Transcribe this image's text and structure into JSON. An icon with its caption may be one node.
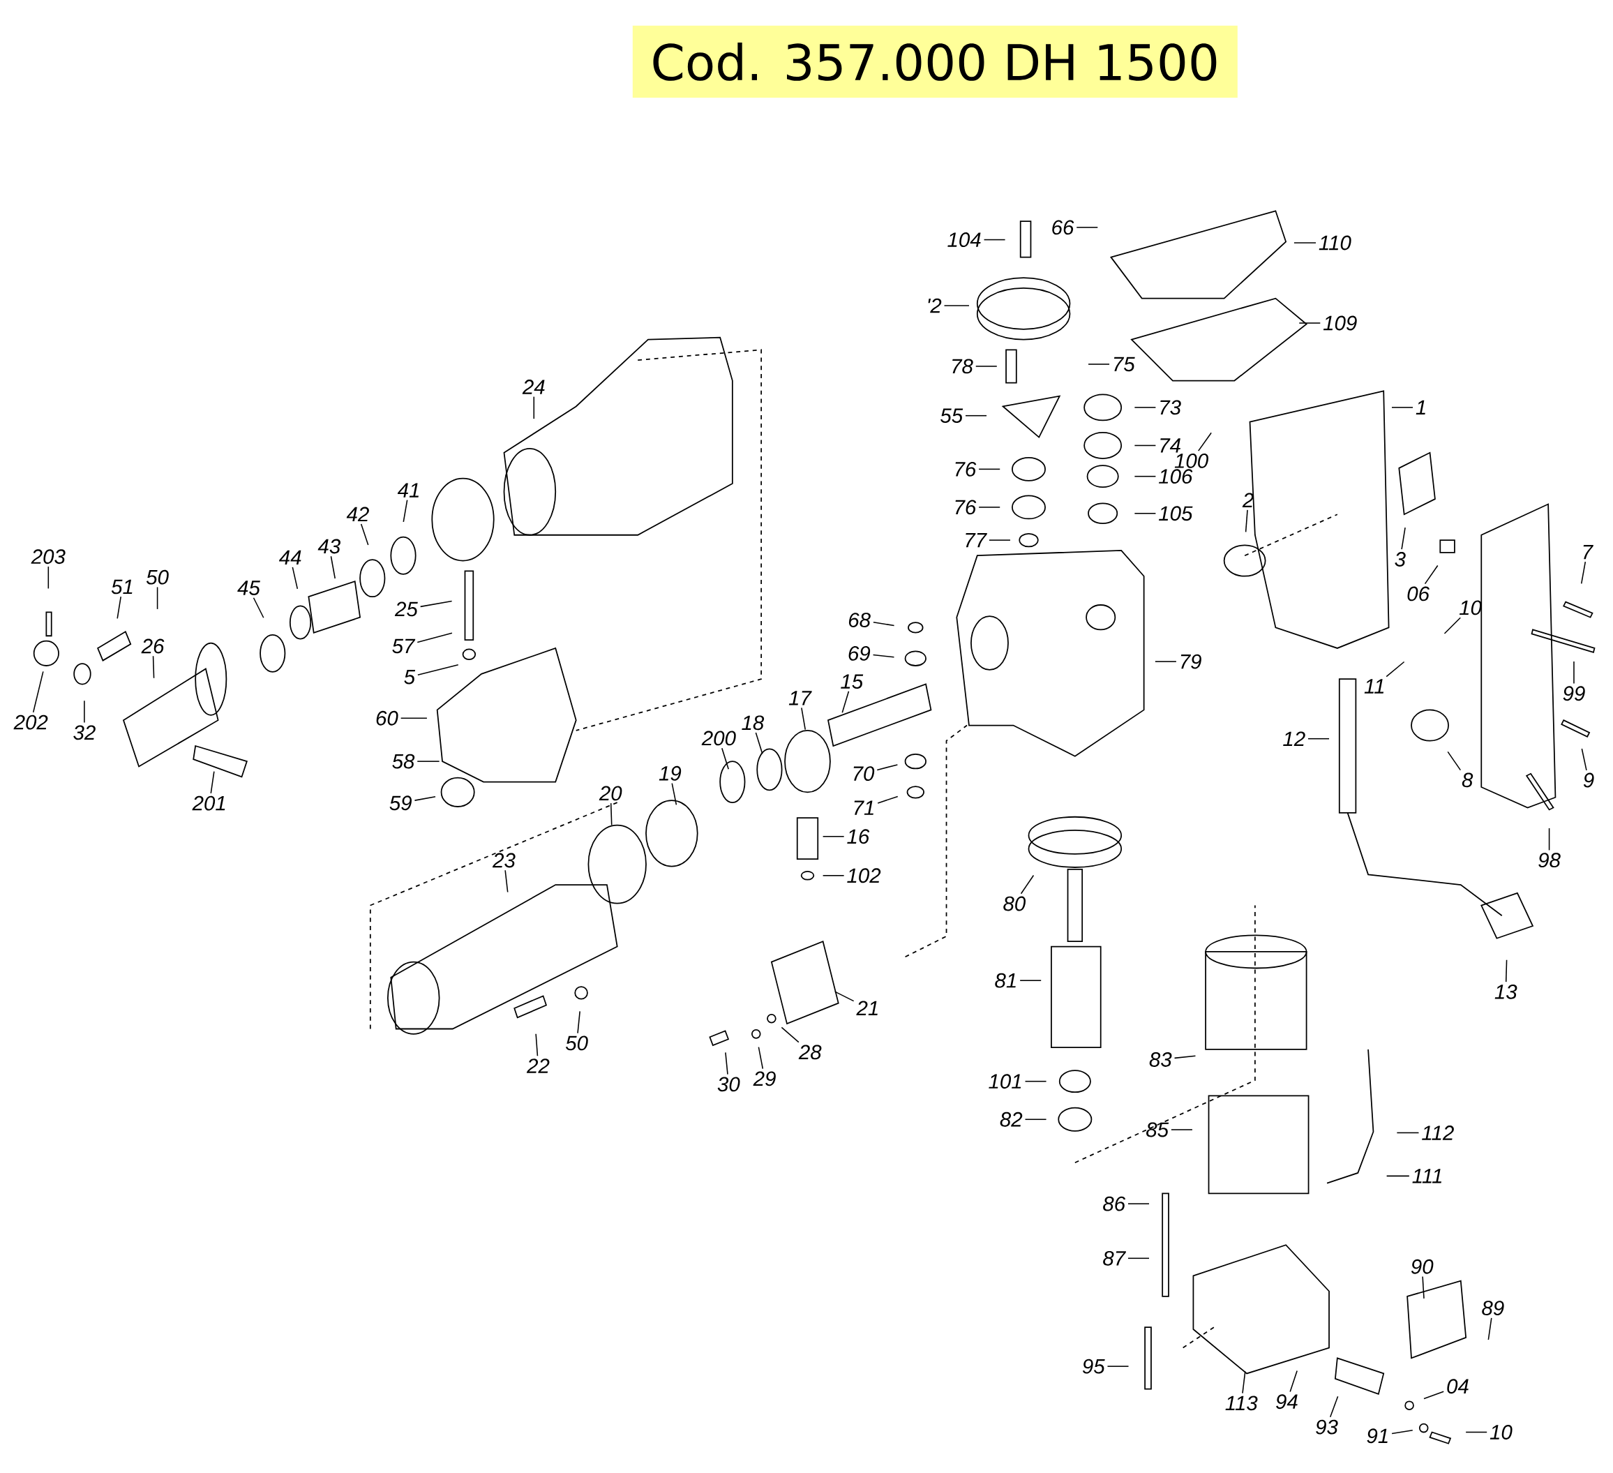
{
  "diagram": {
    "title": "Cod. 357.000 DH 1500",
    "nodes": [
      {
        "text": [
          "104"
        ]
      },
      {
        "text": [
          "66"
        ]
      },
      {
        "text": [
          "110"
        ]
      },
      {
        "text": [
          "'2"
        ]
      },
      {
        "text": [
          "109"
        ]
      },
      {
        "text": [
          "78"
        ]
      },
      {
        "text": [
          "75"
        ]
      },
      {
        "text": [
          "73"
        ]
      },
      {
        "text": [
          "55"
        ]
      },
      {
        "text": [
          "74"
        ]
      },
      {
        "text": [
          "100"
        ]
      },
      {
        "text": [
          "1"
        ]
      },
      {
        "text": [
          "76"
        ]
      },
      {
        "text": [
          "106"
        ]
      },
      {
        "text": [
          "76"
        ]
      },
      {
        "text": [
          "105"
        ]
      },
      {
        "text": [
          "77"
        ]
      },
      {
        "text": [
          "2"
        ]
      },
      {
        "text": [
          "3"
        ]
      },
      {
        "text": [
          "06"
        ]
      },
      {
        "text": [
          "7"
        ]
      },
      {
        "text": [
          "203"
        ]
      },
      {
        "text": [
          "51"
        ]
      },
      {
        "text": [
          "50"
        ]
      },
      {
        "text": [
          "41"
        ]
      },
      {
        "text": [
          "42"
        ]
      },
      {
        "text": [
          "43"
        ]
      },
      {
        "text": [
          "44"
        ]
      },
      {
        "text": [
          "45"
        ]
      },
      {
        "text": [
          "24"
        ]
      },
      {
        "text": [
          "25"
        ]
      },
      {
        "text": [
          "57"
        ]
      },
      {
        "text": [
          "5"
        ]
      },
      {
        "text": [
          "26"
        ]
      },
      {
        "text": [
          "202"
        ]
      },
      {
        "text": [
          "32"
        ]
      },
      {
        "text": [
          "60"
        ]
      },
      {
        "text": [
          "68"
        ]
      },
      {
        "text": [
          "69"
        ]
      },
      {
        "text": [
          "79"
        ]
      },
      {
        "text": [
          "10"
        ]
      },
      {
        "text": [
          "11"
        ]
      },
      {
        "text": [
          "99"
        ]
      },
      {
        "text": [
          "17"
        ]
      },
      {
        "text": [
          "15"
        ]
      },
      {
        "text": [
          "18"
        ]
      },
      {
        "text": [
          "200"
        ]
      },
      {
        "text": [
          "58"
        ]
      },
      {
        "text": [
          "59"
        ]
      },
      {
        "text": [
          "201"
        ]
      },
      {
        "text": [
          "12"
        ]
      },
      {
        "text": [
          "70"
        ]
      },
      {
        "text": [
          "71"
        ]
      },
      {
        "text": [
          "8"
        ]
      },
      {
        "text": [
          "9"
        ]
      },
      {
        "text": [
          "98"
        ]
      },
      {
        "text": [
          "20"
        ]
      },
      {
        "text": [
          "19"
        ]
      },
      {
        "text": [
          "16"
        ]
      },
      {
        "text": [
          "102"
        ]
      },
      {
        "text": [
          "23"
        ]
      },
      {
        "text": [
          "80"
        ]
      },
      {
        "text": [
          "13"
        ]
      },
      {
        "text": [
          "81"
        ]
      },
      {
        "text": [
          "21"
        ]
      },
      {
        "text": [
          "50"
        ]
      },
      {
        "text": [
          "28"
        ]
      },
      {
        "text": [
          "22"
        ]
      },
      {
        "text": [
          "29"
        ]
      },
      {
        "text": [
          "30"
        ]
      },
      {
        "text": [
          "83"
        ]
      },
      {
        "text": [
          "101"
        ]
      },
      {
        "text": [
          "82"
        ]
      },
      {
        "text": [
          "85"
        ]
      },
      {
        "text": [
          "112"
        ]
      },
      {
        "text": [
          "111"
        ]
      },
      {
        "text": [
          "86"
        ]
      },
      {
        "text": [
          "87"
        ]
      },
      {
        "text": [
          "90"
        ]
      },
      {
        "text": [
          "89"
        ]
      },
      {
        "text": [
          "95"
        ]
      },
      {
        "text": [
          "04"
        ]
      },
      {
        "text": [
          "113"
        ]
      },
      {
        "text": [
          "94"
        ]
      },
      {
        "text": [
          "93"
        ]
      },
      {
        "text": [
          "91"
        ]
      },
      {
        "text": [
          "10"
        ]
      }
    ],
    "edges": [
      {
        "from": 0,
        "to": null,
        "arrow": "none"
      },
      {
        "from": 1,
        "to": null,
        "arrow": "none"
      },
      {
        "from": 2,
        "to": null,
        "arrow": "none"
      },
      {
        "from": 3,
        "to": null,
        "arrow": "none"
      },
      {
        "from": 4,
        "to": null,
        "arrow": "none"
      },
      {
        "from": 5,
        "to": null,
        "arrow": "none"
      },
      {
        "from": 6,
        "to": null,
        "arrow": "none"
      },
      {
        "from": 7,
        "to": null,
        "arrow": "none"
      },
      {
        "from": 8,
        "to": null,
        "arrow": "none"
      },
      {
        "from": 9,
        "to": null,
        "arrow": "none"
      },
      {
        "from": 10,
        "to": null,
        "arrow": "none"
      },
      {
        "from": 11,
        "to": null,
        "arrow": "none"
      },
      {
        "from": 12,
        "to": null,
        "arrow": "none"
      },
      {
        "from": 13,
        "to": null,
        "arrow": "none"
      },
      {
        "from": 14,
        "to": null,
        "arrow": "none"
      },
      {
        "from": 15,
        "to": null,
        "arrow": "none"
      },
      {
        "from": 16,
        "to": null,
        "arrow": "none"
      },
      {
        "from": 17,
        "to": null,
        "arrow": "none"
      },
      {
        "from": 18,
        "to": null,
        "arrow": "none"
      },
      {
        "from": 19,
        "to": null,
        "arrow": "none"
      },
      {
        "from": 20,
        "to": null,
        "arrow": "none"
      },
      {
        "from": 21,
        "to": null,
        "arrow": "none"
      },
      {
        "from": 22,
        "to": null,
        "arrow": "none"
      },
      {
        "from": 23,
        "to": null,
        "arrow": "none"
      },
      {
        "from": 24,
        "to": null,
        "arrow": "none"
      },
      {
        "from": 25,
        "to": null,
        "arrow": "none"
      },
      {
        "from": 26,
        "to": null,
        "arrow": "none"
      },
      {
        "from": 27,
        "to": null,
        "arrow": "none"
      },
      {
        "from": 28,
        "to": null,
        "arrow": "none"
      },
      {
        "from": 29,
        "to": null,
        "arrow": "none"
      },
      {
        "from": 30,
        "to": null,
        "arrow": "none"
      },
      {
        "from": 31,
        "to": null,
        "arrow": "none"
      },
      {
        "from": 32,
        "to": null,
        "arrow": "none"
      },
      {
        "from": 33,
        "to": null,
        "arrow": "none"
      },
      {
        "from": 34,
        "to": null,
        "arrow": "none"
      },
      {
        "from": 35,
        "to": null,
        "arrow": "none"
      },
      {
        "from": 36,
        "to": null,
        "arrow": "none"
      },
      {
        "from": 37,
        "to": null,
        "arrow": "none"
      },
      {
        "from": 38,
        "to": null,
        "arrow": "none"
      },
      {
        "from": 39,
        "to": null,
        "arrow": "none"
      },
      {
        "from": 40,
        "to": null,
        "arrow": "none"
      },
      {
        "from": 41,
        "to": null,
        "arrow": "none"
      },
      {
        "from": 42,
        "to": null,
        "arrow": "none"
      },
      {
        "from": 43,
        "to": null,
        "arrow": "none"
      },
      {
        "from": 44,
        "to": null,
        "arrow": "none"
      },
      {
        "from": 45,
        "to": null,
        "arrow": "none"
      },
      {
        "from": 46,
        "to": null,
        "arrow": "none"
      },
      {
        "from": 47,
        "to": null,
        "arrow": "none"
      },
      {
        "from": 48,
        "to": null,
        "arrow": "none"
      },
      {
        "from": 49,
        "to": null,
        "arrow": "none"
      },
      {
        "from": 50,
        "to": null,
        "arrow": "none"
      },
      {
        "from": 51,
        "to": null,
        "arrow": "none"
      },
      {
        "from": 52,
        "to": null,
        "arrow": "none"
      },
      {
        "from": 53,
        "to": null,
        "arrow": "none"
      },
      {
        "from": 54,
        "to": null,
        "arrow": "none"
      },
      {
        "from": 55,
        "to": null,
        "arrow": "none"
      },
      {
        "from": 56,
        "to": null,
        "arrow": "none"
      },
      {
        "from": 57,
        "to": null,
        "arrow": "none"
      },
      {
        "from": 58,
        "to": null,
        "arrow": "none"
      },
      {
        "from": 59,
        "to": null,
        "arrow": "none"
      },
      {
        "from": 60,
        "to": null,
        "arrow": "none"
      },
      {
        "from": 61,
        "to": null,
        "arrow": "none"
      },
      {
        "from": 62,
        "to": null,
        "arrow": "none"
      },
      {
        "from": 63,
        "to": null,
        "arrow": "none"
      },
      {
        "from": 64,
        "to": null,
        "arrow": "none"
      },
      {
        "from": 65,
        "to": null,
        "arrow": "none"
      },
      {
        "from": 66,
        "to": null,
        "arrow": "none"
      },
      {
        "from": 67,
        "to": null,
        "arrow": "none"
      },
      {
        "from": 68,
        "to": null,
        "arrow": "none"
      },
      {
        "from": 69,
        "to": null,
        "arrow": "none"
      },
      {
        "from": 70,
        "to": null,
        "arrow": "none"
      },
      {
        "from": 71,
        "to": null,
        "arrow": "none"
      },
      {
        "from": 72,
        "to": null,
        "arrow": "none"
      },
      {
        "from": 73,
        "to": null,
        "arrow": "none"
      },
      {
        "from": 74,
        "to": null,
        "arrow": "none"
      },
      {
        "from": 75,
        "to": null,
        "arrow": "none"
      },
      {
        "from": 76,
        "to": null,
        "arrow": "none"
      },
      {
        "from": 77,
        "to": null,
        "arrow": "none"
      },
      {
        "from": 78,
        "to": null,
        "arrow": "none"
      },
      {
        "from": 79,
        "to": null,
        "arrow": "none"
      },
      {
        "from": 80,
        "to": null,
        "arrow": "none"
      },
      {
        "from": 81,
        "to": null,
        "arrow": "none"
      },
      {
        "from": 82,
        "to": null,
        "arrow": "none"
      },
      {
        "from": 83,
        "to": null,
        "arrow": "none"
      },
      {
        "from": 84,
        "to": null,
        "arrow": "none"
      },
      {
        "from": 85,
        "to": null,
        "arrow": "none"
      },
      {
        "from": 86,
        "to": null,
        "arrow": "none"
      }
    ]
  }
}
